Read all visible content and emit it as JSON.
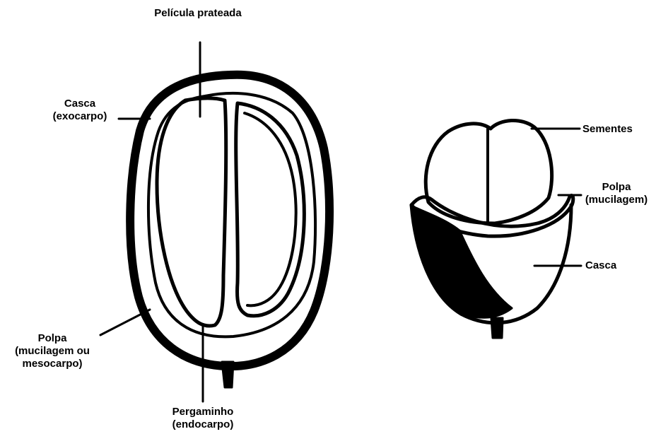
{
  "labels": {
    "pelicula": "Película prateada",
    "casca_left_1": "Casca",
    "casca_left_2": "(exocarpo)",
    "polpa_left_1": "Polpa",
    "polpa_left_2": "(mucilagem ou",
    "polpa_left_3": "mesocarpo)",
    "pergaminho_1": "Pergaminho",
    "pergaminho_2": "(endocarpo)",
    "sementes": "Sementes",
    "polpa_right_1": "Polpa",
    "polpa_right_2": "(mucilagem)",
    "casca_right": "Casca"
  },
  "colors": {
    "ink": "#000000",
    "background": "#ffffff"
  }
}
